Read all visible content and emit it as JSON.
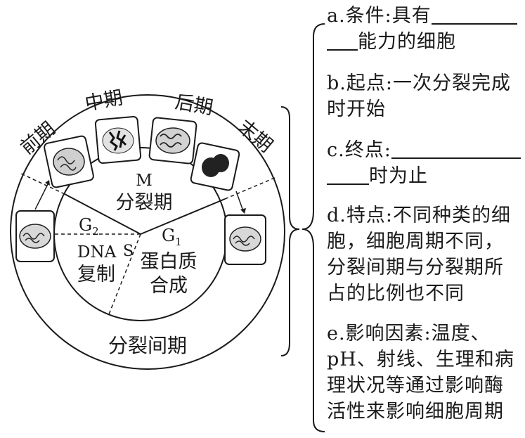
{
  "cycle": {
    "stage_labels": {
      "prophase": "前期",
      "metaphase": "中期",
      "anaphase": "后期",
      "telophase": "末期"
    },
    "mitosis": {
      "letter": "M",
      "name": "分裂期"
    },
    "g2": {
      "letter": "G",
      "sub": "2"
    },
    "g1": {
      "letter": "G",
      "sub": "1",
      "desc_line1": "蛋白质",
      "desc_line2": "合成"
    },
    "s_phase": {
      "letter": "S",
      "desc_line1": "DNA",
      "desc_line2": "复制"
    },
    "interphase": "分裂间期"
  },
  "info": {
    "a": {
      "label": "a.条件:具有",
      "line2": "能力的细胞"
    },
    "b": {
      "line1": "b.起点:一次分裂完成",
      "line2": "时开始"
    },
    "c": {
      "label": "c.终点:",
      "line2": "时为止"
    },
    "d": {
      "line1": "d.特点:不同种类的细",
      "line2": "胞，细胞周期不同，",
      "line3": "分裂间期与分裂期所",
      "line4": "占的比例也不同"
    },
    "e": {
      "line1": "e.影响因素:温度、",
      "line2": "pH、射线、生理和病",
      "line3": "理状况等通过影响酶",
      "line4": "活性来影响细胞周期"
    }
  }
}
